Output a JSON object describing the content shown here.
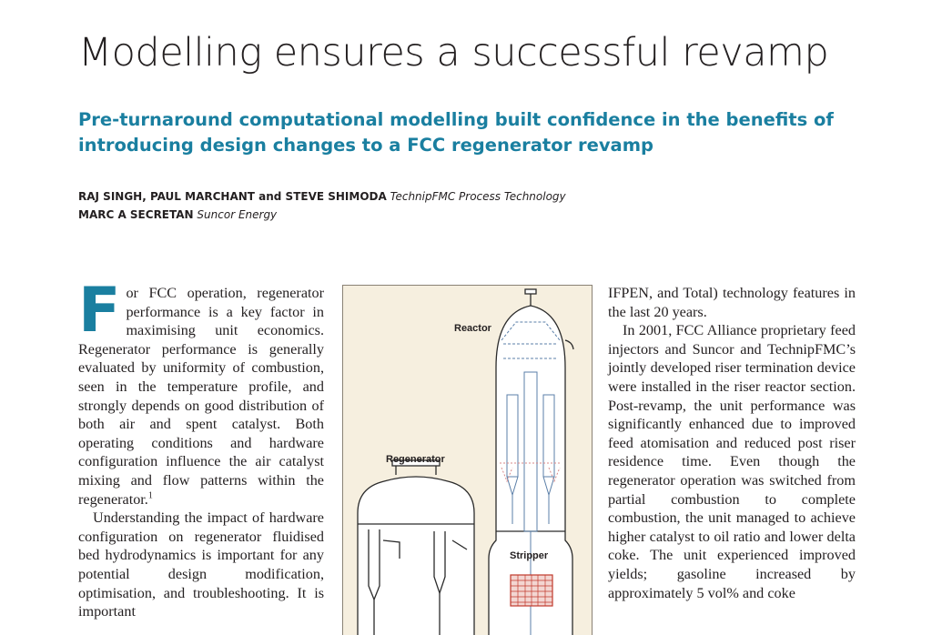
{
  "article": {
    "title": "Modelling ensures a successful revamp",
    "subtitle": "Pre-turnaround computational modelling built confidence in the benefits of introducing design changes to a FCC regenerator revamp",
    "authors": [
      {
        "names": "RAJ SINGH, PAUL MARCHANT and STEVE SHIMODA",
        "affiliation": "TechnipFMC Process Technology"
      },
      {
        "names": "MARC A SECRETAN",
        "affiliation": "Suncor Energy"
      }
    ]
  },
  "body": {
    "left": {
      "dropcap": "F",
      "p1": "or FCC operation, regenerator performance is a key factor in maximising unit economics. Regenerator performance is generally evaluated by uniformity of combustion, seen in the temperature profile, and strongly depends on good distribution of both air and spent catalyst. Both operating conditions and hardware configuration influence the air catalyst mixing and flow patterns within the regenerator.",
      "p1_ref": "1",
      "p2": "Understanding the impact of hardware configuration on regenerator fluidised bed hydrodynamics is important for any potential design modification, optimisation, and troubleshooting. It is important"
    },
    "right": {
      "p1": "IFPEN, and Total) technology features in the last 20 years.",
      "p2": "In 2001, FCC Alliance proprietary feed injectors and Suncor and TechnipFMC’s jointly developed riser termination device were installed in the riser reactor section. Post-revamp, the unit performance was significantly enhanced due to improved feed atomisation and reduced post riser residence time. Even though the regenerator operation was switched from partial combustion to complete combustion, the unit managed to achieve higher catalyst to oil ratio and lower delta coke. The unit experienced improved yields; gasoline increased by approximately 5 vol% and coke"
    }
  },
  "figure": {
    "labels": {
      "reactor": "Reactor",
      "regenerator": "Regenerator",
      "stripper": "Stripper"
    },
    "colors": {
      "background": "#f6efdf",
      "vessel_fill": "#ffffff",
      "outline": "#2b2b2b",
      "internals": "#5b7fa8",
      "stripper_packing": "#c0392b"
    }
  }
}
